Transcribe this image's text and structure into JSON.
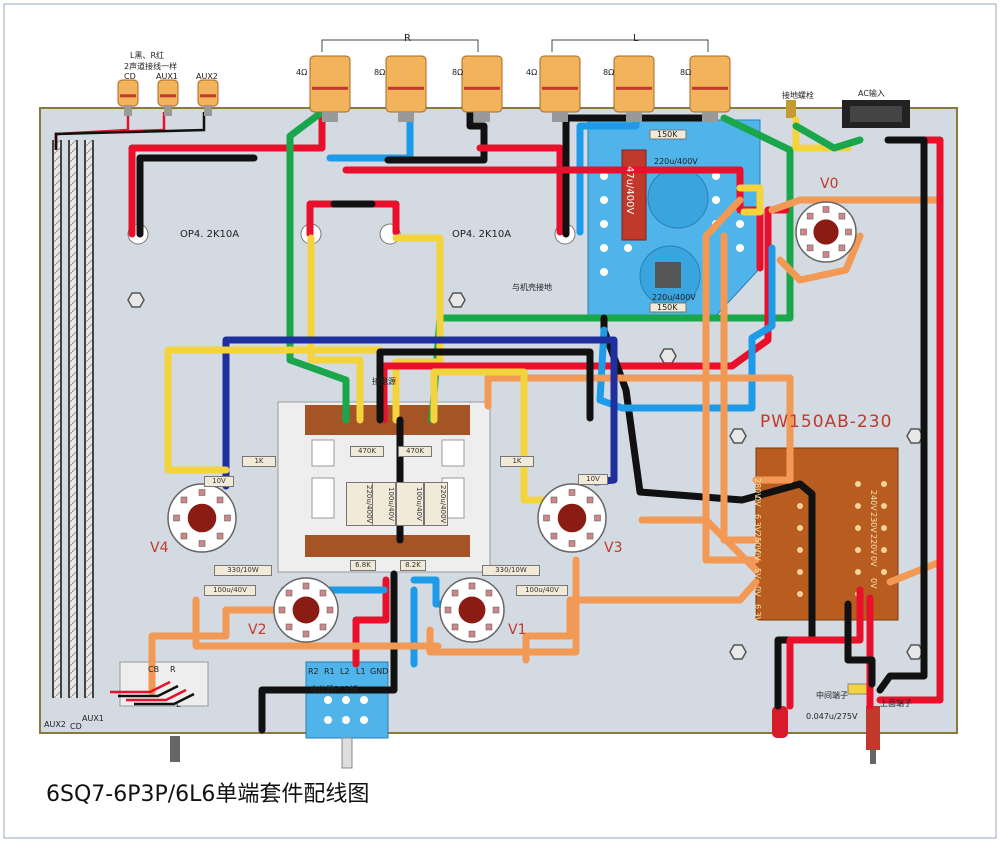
{
  "title": "6SQ7-6P3P/6L6单端套件配线图",
  "header": {
    "note_line1": "L黑、R红",
    "note_line2": "2声道接线一样",
    "input_cd": "CD",
    "input_aux1": "AUX1",
    "input_aux2": "AUX2",
    "channel_r": "R",
    "channel_l": "L",
    "speaker_taps": [
      "4Ω",
      "8Ω",
      "8Ω",
      "4Ω",
      "8Ω",
      "8Ω"
    ],
    "ground_post": "接地螺栓",
    "ac_input": "AC输入"
  },
  "transformers": {
    "op_left": "OP4. 2K10A",
    "op_right": "OP4. 2K10A",
    "power": "PW150AB-230",
    "power_taps_left": [
      "280V",
      "0V",
      "6.3V",
      "250V",
      "0V",
      "5V",
      "0V",
      "6.3V"
    ],
    "power_taps_right": [
      "240V",
      "230V",
      "220V",
      "0V",
      "0V"
    ]
  },
  "tubes": {
    "v0": "V0",
    "v1": "V1",
    "v2": "V2",
    "v3": "V3",
    "v4": "V4"
  },
  "psu_board": {
    "r_top": "150K",
    "c_main": "47u/400V",
    "c_top": "220u/400V",
    "c_bottom": "220u/400V",
    "r_bottom": "150K",
    "chassis_ground": "与机壳接地"
  },
  "amp_board": {
    "r_1k_left": "1K",
    "r_1k_right": "1K",
    "r_470k_left": "470K",
    "r_470k_right": "470K",
    "c_100u_left": "100u/40V",
    "c_100u_right": "100u/40V",
    "c_220u_left": "220u/400V",
    "c_220u_right": "220u/400V",
    "r_10v_left": "10V",
    "r_10v_right": "10V",
    "r_330_left": "330/10W",
    "r_330_right": "330/10W",
    "c_100u40_left": "100u/40V",
    "c_100u40_right": "100u/40V",
    "r_68k": "6.8K",
    "r_82k": "8.2K",
    "gnd_label": "接电源"
  },
  "pot_board": {
    "pins": [
      "R2",
      "R1",
      "L2",
      "L1",
      "GND"
    ],
    "label": "电位器PCB板"
  },
  "selector": {
    "cd": "CD",
    "aux1": "AUX1",
    "aux2": "AUX2",
    "cb": "CB",
    "r": "R",
    "l": "L"
  },
  "bottom_right": {
    "mid_terminal": "中间端子",
    "top_terminal": "上面端子",
    "cap": "0.047u/275V"
  },
  "colors": {
    "red": "#e8102a",
    "black": "#111111",
    "blue": "#1e9be8",
    "green": "#1aa64a",
    "yellow": "#f4d43c",
    "orange": "#f29a55",
    "navy": "#1f2f9e",
    "chassis": "#cfd6dd",
    "psu_board": "#49b2e8",
    "power_tx": "#b4581e",
    "rca_gold": "#f2b35c"
  }
}
